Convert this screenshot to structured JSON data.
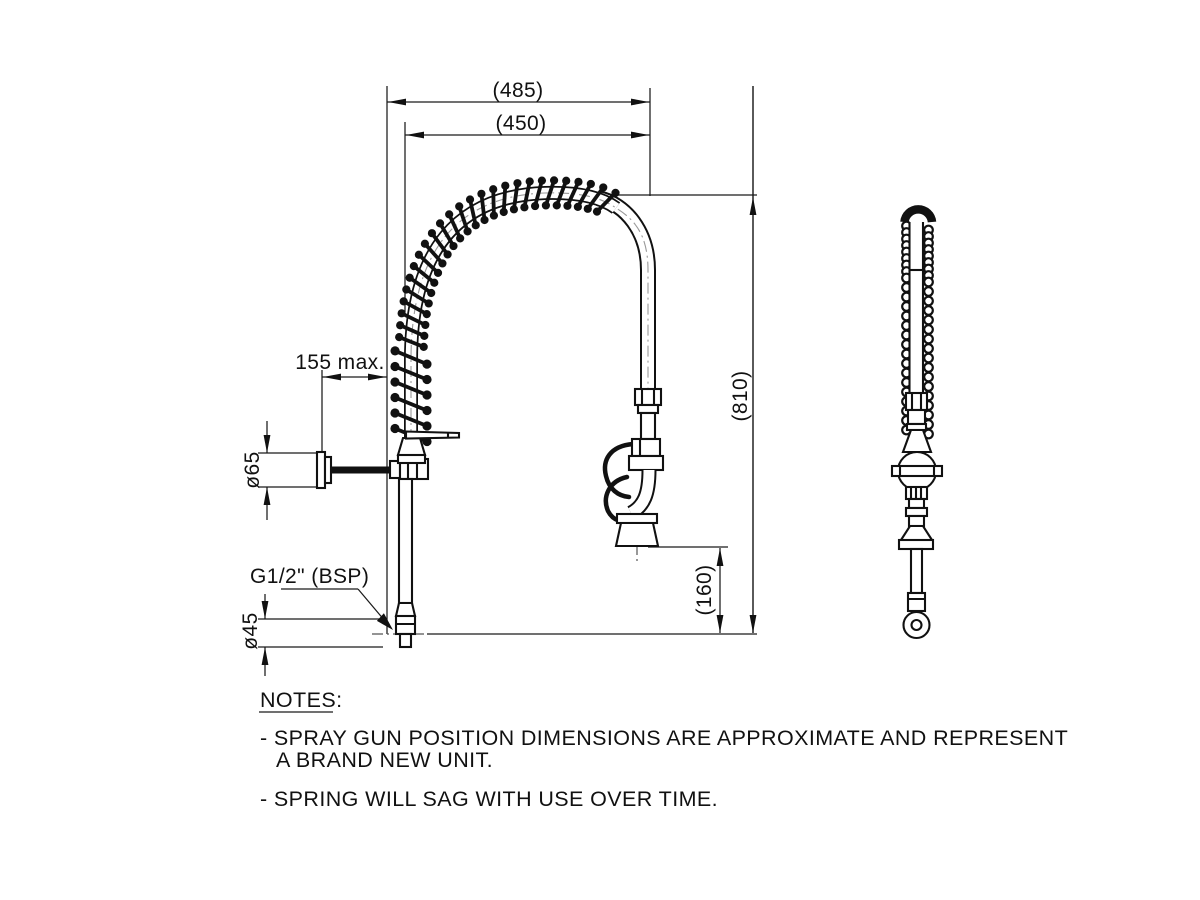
{
  "drawing": {
    "title_hint": "Pre-rinse spray unit technical drawing",
    "dimensions": {
      "width_overall": "(485)",
      "width_inner": "(450)",
      "height_overall": "(810)",
      "gun_height": "(160)",
      "wall_clearance": "155 max.",
      "flange_diameter": "ø65",
      "inlet_diameter": "ø45",
      "inlet_thread": "G1/2\" (BSP)"
    },
    "notes": {
      "title": "NOTES:",
      "note1_line1": "- SPRAY GUN POSITION DIMENSIONS ARE APPROXIMATE AND REPRESENT",
      "note1_line2": "A BRAND NEW UNIT.",
      "note2": "- SPRING WILL SAG WITH USE OVER TIME."
    },
    "colors": {
      "line": "#111111",
      "background": "#ffffff",
      "centerline": "#888888"
    }
  }
}
